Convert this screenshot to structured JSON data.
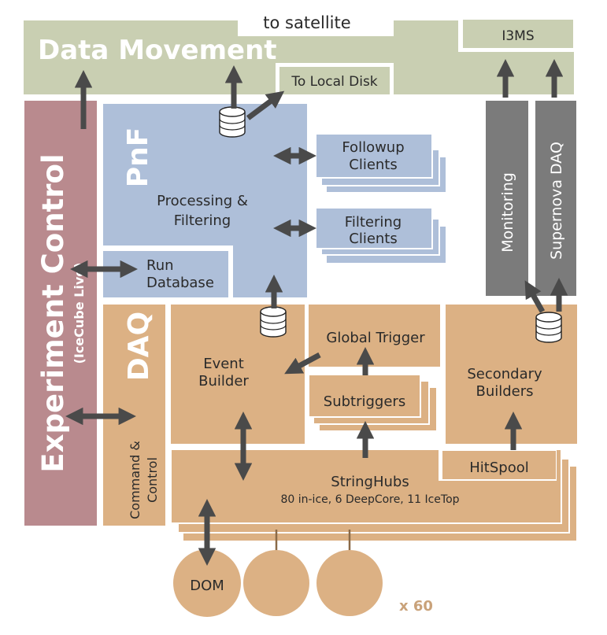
{
  "title": "",
  "labels": {
    "data_movement": "Data Movement",
    "to_satellite": "to satellite",
    "i3ms": "I3MS",
    "to_local_disk": "To Local Disk",
    "experiment_control": "Experiment Control",
    "icecube_live": "(IceCube Live)",
    "pnf": "PnF",
    "processing_filtering_1": "Processing &",
    "processing_filtering_2": "Filtering",
    "followup_clients_1": "Followup",
    "followup_clients_2": "Clients",
    "filtering_clients_1": "Filtering",
    "filtering_clients_2": "Clients",
    "run_database_1": "Run",
    "run_database_2": "Database",
    "monitoring": "Monitoring",
    "supernova_daq": "Supernova DAQ",
    "daq": "DAQ",
    "command_control_1": "Command &",
    "command_control_2": "Control",
    "event_builder_1": "Event",
    "event_builder_2": "Builder",
    "global_trigger": "Global Trigger",
    "subtriggers": "Subtriggers",
    "secondary_builders_1": "Secondary",
    "secondary_builders_2": "Builders",
    "hitspool": "HitSpool",
    "stringhubs": "StringHubs",
    "stringhubs_detail": "80 in-ice, 6 DeepCore, 11 IceTop",
    "dom": "DOM",
    "x60": "x 60"
  },
  "colors": {
    "data_movement": "#c9cfb2",
    "experiment_control": "#b98a8e",
    "pnf": "#aebfd9",
    "daq": "#dcb184",
    "monitoring": "#7b7b7b",
    "arrow": "#4a4a4a",
    "white_text": "#ffffff",
    "text": "#2a2a2a",
    "x60": "#c9a27a"
  }
}
